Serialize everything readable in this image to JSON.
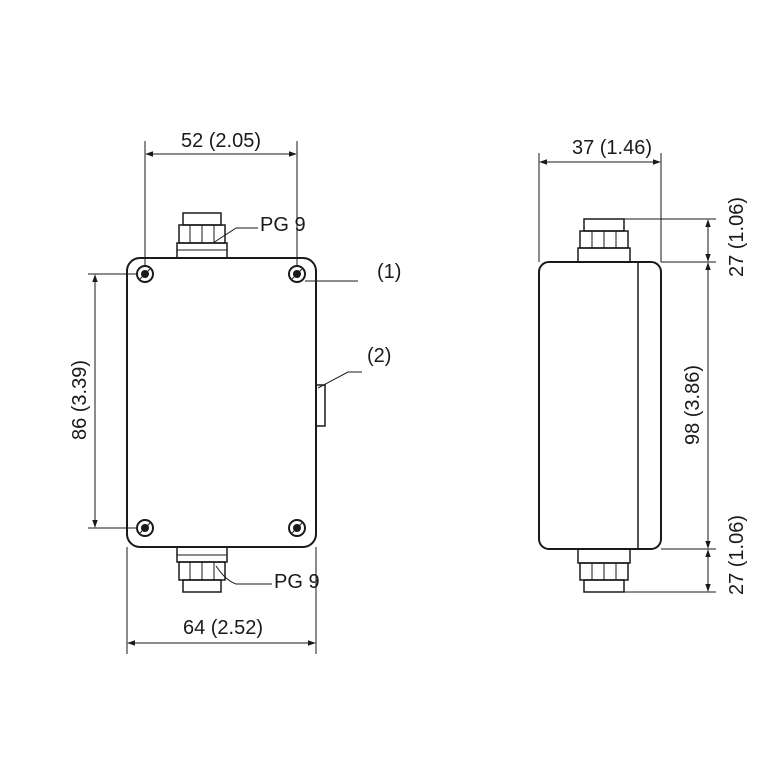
{
  "front_view": {
    "dim_top": "52 (2.05)",
    "dim_left": "86 (3.39)",
    "dim_bottom": "64 (2.52)",
    "gland_top_label": "PG 9",
    "gland_bottom_label": "PG 9",
    "callout_1": "(1)",
    "callout_2": "(2)"
  },
  "side_view": {
    "dim_top": "37 (1.46)",
    "dim_right_top": "27 (1.06)",
    "dim_right_middle": "98 (3.86)",
    "dim_right_bottom": "27 (1.06)"
  },
  "colors": {
    "line": "#1a1a1a",
    "background": "#ffffff"
  }
}
